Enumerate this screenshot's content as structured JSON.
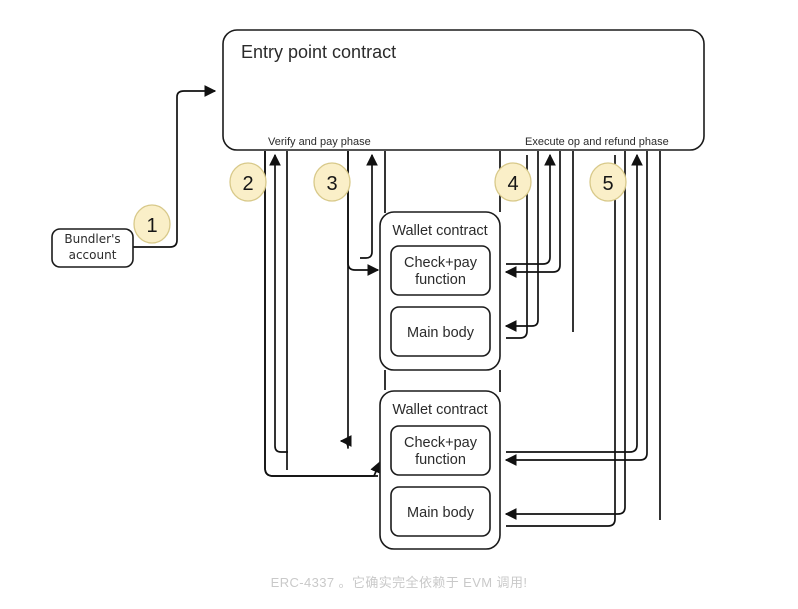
{
  "diagram": {
    "title_node": {
      "label": "Entry point contract"
    },
    "phase_labels": {
      "verify": "Verify and pay phase",
      "execute": "Execute op and refund phase"
    },
    "bundler": {
      "line1": "Bundler's",
      "line2": "account"
    },
    "wallets": [
      {
        "title": "Wallet contract",
        "check_line1": "Check+pay",
        "check_line2": "function",
        "main": "Main body"
      },
      {
        "title": "Wallet contract",
        "check_line1": "Check+pay",
        "check_line2": "function",
        "main": "Main body"
      }
    ],
    "step_badges": [
      {
        "number": "1"
      },
      {
        "number": "2"
      },
      {
        "number": "3"
      },
      {
        "number": "4"
      },
      {
        "number": "5"
      }
    ],
    "caption": "ERC-4337 。它确实完全依赖于 EVM 调用!",
    "colors": {
      "badge_fill": "#faefc8",
      "badge_stroke": "#d8c98a",
      "stroke": "#111111",
      "background": "#ffffff",
      "caption": "#c9c9c9"
    }
  }
}
